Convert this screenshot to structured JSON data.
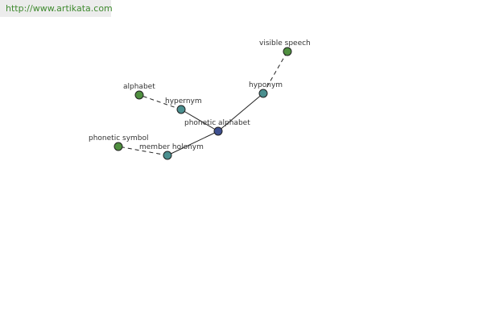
{
  "header": {
    "url": "http://www.artikata.com"
  },
  "colors": {
    "center_node": "#3d4f8f",
    "relation_node": "#4a8f8f",
    "leaf_node": "#4f8f3f",
    "edge": "#222222",
    "url_text": "#3f8a2f"
  },
  "graph": {
    "nodes": {
      "center": {
        "label": "phonetic alphabet"
      },
      "hypernym": {
        "label": "hypernym"
      },
      "hyponym": {
        "label": "hyponym"
      },
      "member_holonym": {
        "label": "member holonym"
      },
      "alphabet": {
        "label": "alphabet"
      },
      "visible_speech": {
        "label": "visible speech"
      },
      "phonetic_symbol": {
        "label": "phonetic symbol"
      }
    }
  }
}
